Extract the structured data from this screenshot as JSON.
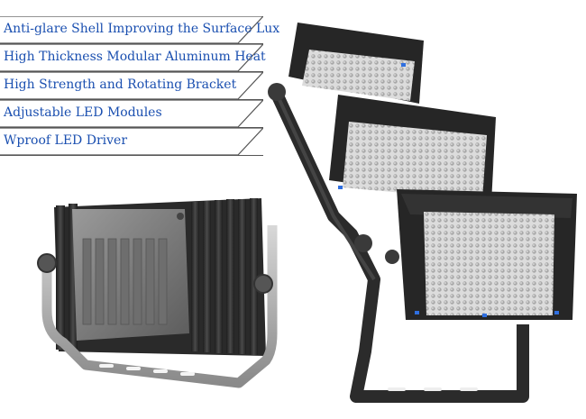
{
  "features": [
    {
      "label": "Anti-glare Shell Improving the Surface Lux"
    },
    {
      "label": "High Thickness Modular Aluminum Heat"
    },
    {
      "label": "High Strength and Rotating Bracket"
    },
    {
      "label": "Adjustable LED Modules"
    },
    {
      "label": "Wproof LED Driver"
    }
  ],
  "colors": {
    "feature_text": "#1a4fb0",
    "housing_dark": "#2b2b2b",
    "housing_gray": "#7a7a7a",
    "led_panel": "#e9e9e9",
    "accent_blue": "#2f6fe0"
  },
  "images": {
    "rear_view": "floodlight-rear-photo",
    "front_view": "floodlight-front-triple-photo"
  }
}
